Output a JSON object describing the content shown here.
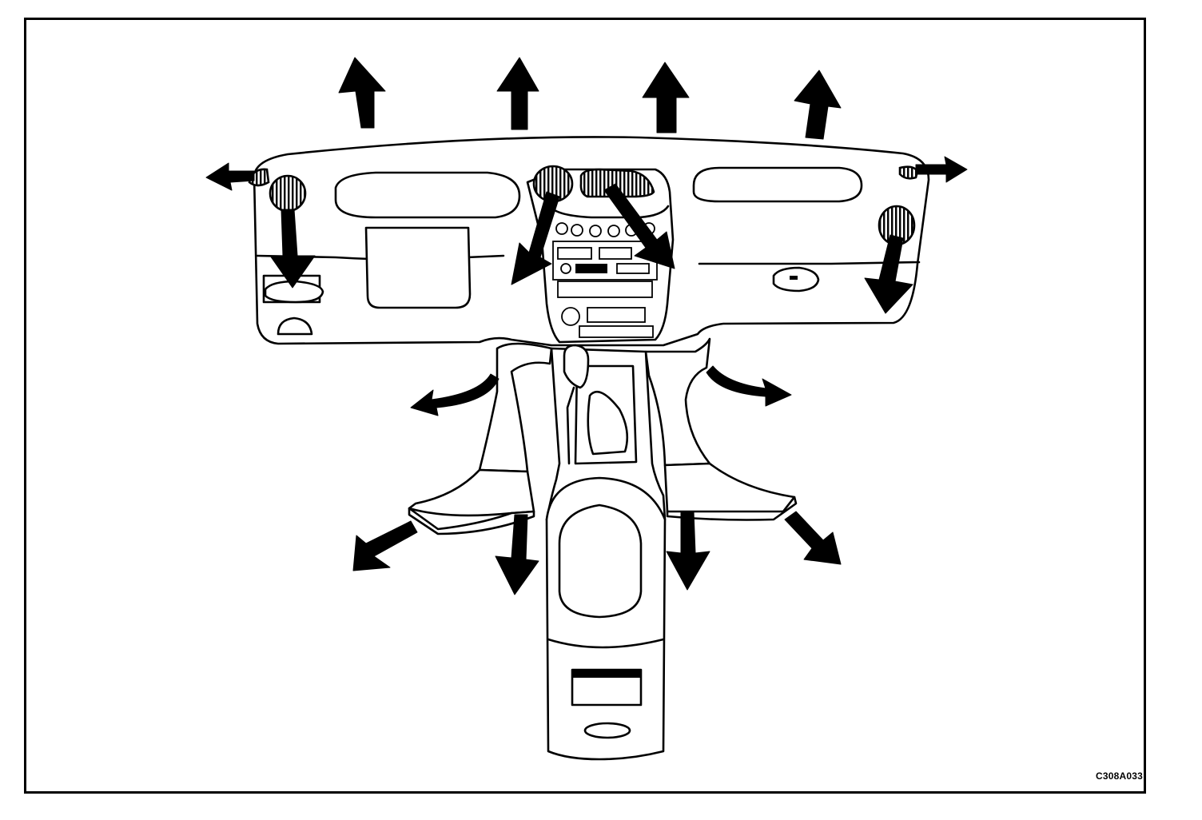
{
  "figure": {
    "code": "C308A033"
  },
  "colors": {
    "ink": "#000000",
    "paper": "#ffffff"
  },
  "airflow_directions": [
    "up",
    "up",
    "up",
    "up",
    "left",
    "right",
    "down",
    "down-left",
    "down-right",
    "down",
    "left",
    "right",
    "down-left",
    "down",
    "down",
    "down-right"
  ]
}
